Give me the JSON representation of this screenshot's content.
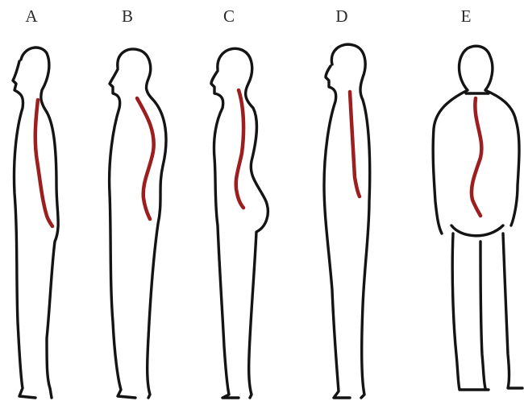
{
  "figure": {
    "labels": [
      "A",
      "B",
      "C",
      "D",
      "E"
    ],
    "colors": {
      "outline": "#141414",
      "spine": "#9c1e1e",
      "background": "#ffffff"
    }
  }
}
